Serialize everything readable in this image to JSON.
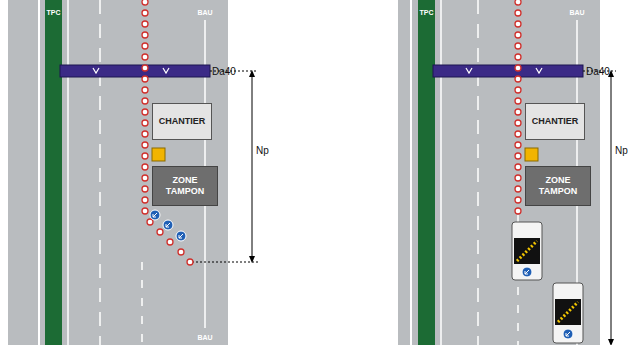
{
  "diagram": {
    "nodes": [
      {
        "text": [
          "CHANTIER"
        ]
      },
      {
        "text": [
          "ZONE TAMPON"
        ]
      },
      {
        "text": [
          "CHANTIER"
        ]
      },
      {
        "text": [
          "ZONE TAMPON"
        ]
      }
    ],
    "labels": [
      "TPC",
      "BAU",
      "Da40",
      "Np",
      "BAU",
      "TPC",
      "BAU",
      "Da40",
      "Np"
    ]
  }
}
